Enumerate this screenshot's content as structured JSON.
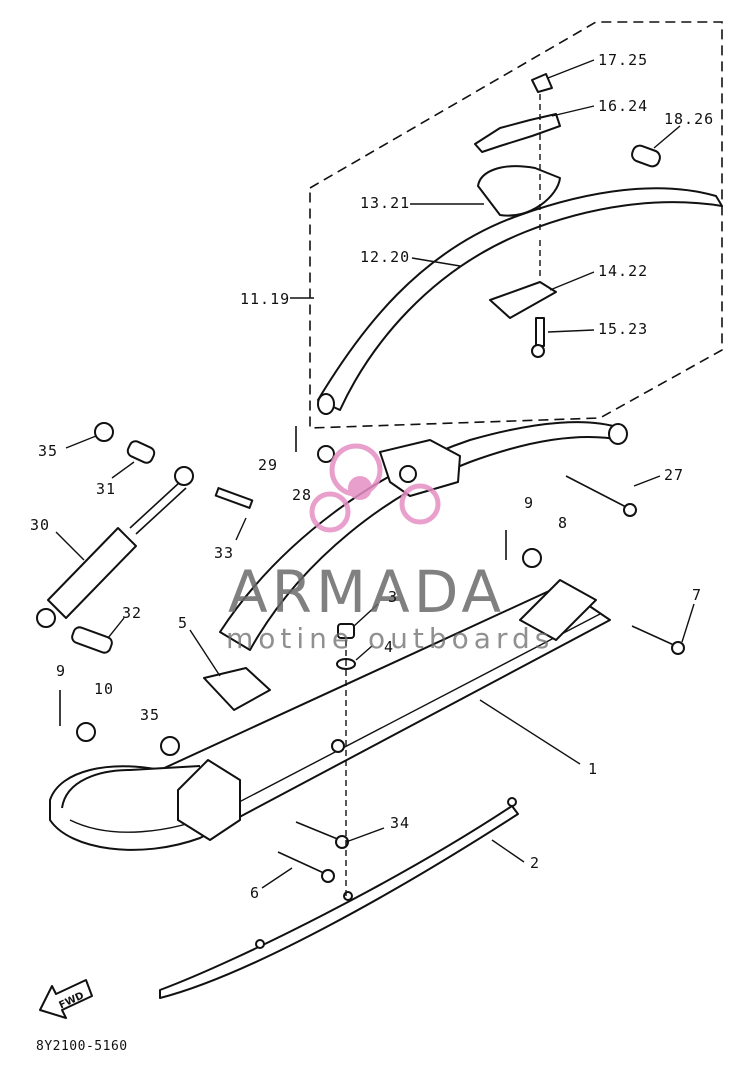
{
  "labels": {
    "l1": "1",
    "l2": "2",
    "l3": "3",
    "l4": "4",
    "l5": "5",
    "l6": "6",
    "l7": "7",
    "l8": "8",
    "l9a": "9",
    "l9b": "9",
    "l10": "10",
    "l11_19": "11.19",
    "l12_20": "12.20",
    "l13_21": "13.21",
    "l14_22": "14.22",
    "l15_23": "15.23",
    "l16_24": "16.24",
    "l17_25": "17.25",
    "l18_26": "18.26",
    "l27": "27",
    "l28": "28",
    "l29": "29",
    "l30": "30",
    "l31": "31",
    "l32": "32",
    "l33": "33",
    "l34": "34",
    "l35a": "35",
    "l35b": "35"
  },
  "fwd_label": "FWD",
  "drawing_code": "8Y2100-5160",
  "watermark": {
    "brand": "ARMADA",
    "tagline": "motine outboards",
    "logo_color": "#e58fc4"
  }
}
